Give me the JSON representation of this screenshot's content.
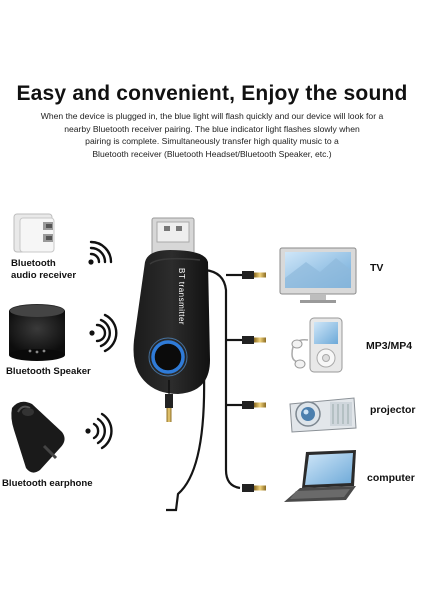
{
  "headline": "Easy and convenient, Enjoy the sound",
  "description": [
    "When the device is plugged in, the blue light will flash quickly and our device will look for a",
    "nearby Bluetooth receiver pairing. The blue indicator light flashes slowly when",
    "pairing is complete. Simultaneously transfer high quality music to a",
    "Bluetooth receiver (Bluetooth Headset/Bluetooth Speaker, etc.)"
  ],
  "left_devices": {
    "audio_receiver": [
      "Bluetooth",
      "audio receiver"
    ],
    "speaker": "Bluetooth Speaker",
    "earphone": "Bluetooth earphone"
  },
  "transmitter_label": "BT transmitter",
  "right_devices": {
    "tv": "TV",
    "mp3": "MP3/MP4",
    "projector": "projector",
    "computer": "computer"
  },
  "icons": [
    "usb-receiver-icon",
    "wifi-signal-icon",
    "speaker-icon",
    "earphone-icon",
    "tv-icon",
    "mp3-player-icon",
    "projector-icon",
    "laptop-icon",
    "aux-jack-icon"
  ],
  "colors": {
    "accent_blue": "#2f7bd8",
    "device_black": "#111111",
    "gold": "#c9a24a"
  }
}
